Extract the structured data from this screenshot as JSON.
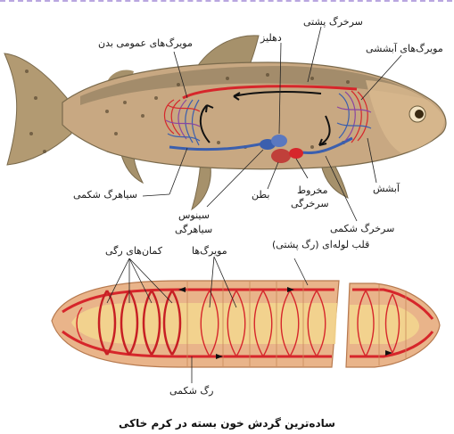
{
  "fish": {
    "labels": {
      "dorsal_aorta": "سرخرگ پشتی",
      "body_capillaries": "مویرگ‌های عمومی بدن",
      "atrium": "دهلیز",
      "gill_capillaries": "مویرگ‌های آبششی",
      "ventral_vein": "سیاهرگ شکمی",
      "conus_line1": "مخروط",
      "conus_line2": "سرخرگی",
      "ventricle": "بطن",
      "gill": "آبشش",
      "sinus_line1": "سینوس",
      "sinus_line2": "سیاهرگی",
      "ventral_aorta": "سرخرگ شکمی"
    }
  },
  "worm": {
    "labels": {
      "tubular_heart": "قلب لوله‌ای (رگ پشتی)",
      "aortic_arches": "کمان‌های رگی",
      "capillaries": "مویرگ‌ها",
      "ventral_vessel": "رگ شکمی"
    }
  },
  "caption": "ساده‌ترین گردش خون بسته در کرم خاکی",
  "colors": {
    "artery": "#d6262b",
    "vein": "#3b5fae",
    "fish_body": "#c8a882",
    "fish_back": "#8a7a5c",
    "worm_body": "#e9b48a",
    "worm_gut": "#f3d58e",
    "border": "#b9a6e0"
  }
}
